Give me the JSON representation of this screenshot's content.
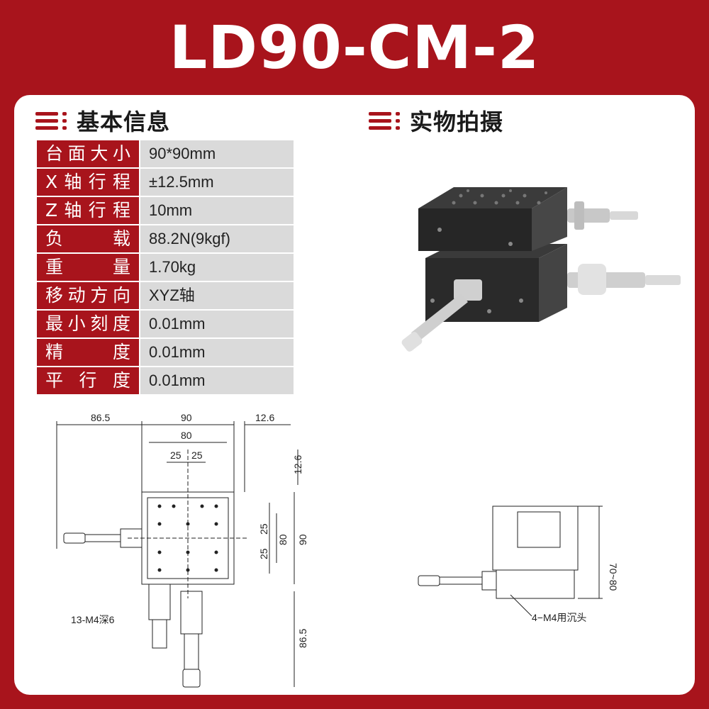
{
  "title": "LD90-CM-2",
  "sections": {
    "basic_info": "基本信息",
    "photo": "实物拍摄"
  },
  "specs": [
    {
      "key": "台面大小",
      "value": "90*90mm"
    },
    {
      "key": "X轴行程",
      "value": "±12.5mm"
    },
    {
      "key": "Z轴行程",
      "value": "10mm"
    },
    {
      "key": "负载",
      "value": "88.2N(9kgf)"
    },
    {
      "key": "重量",
      "value": "1.70kg"
    },
    {
      "key": "移动方向",
      "value": "XYZ轴"
    },
    {
      "key": "最小刻度",
      "value": "0.01mm"
    },
    {
      "key": "精度",
      "value": "0.01mm"
    },
    {
      "key": "平行度",
      "value": "0.01mm"
    }
  ],
  "drawing": {
    "dims": {
      "left_len": "86.5",
      "table_w": "90",
      "right_len": "12.6",
      "inner_w": "80",
      "hole_a": "25",
      "hole_b": "25",
      "vert_top": "12.6",
      "vert_25a": "25",
      "vert_25b": "25",
      "vert_80": "80",
      "vert_90": "90",
      "vert_bottom": "86.5"
    },
    "hole_note": "13-M4深6"
  },
  "side_drawing": {
    "height_range": "70~80",
    "mount_note": "4−M4用沉头"
  },
  "colors": {
    "brand_red": "#a8141c",
    "value_bg": "#dadada",
    "card_bg": "#ffffff"
  }
}
